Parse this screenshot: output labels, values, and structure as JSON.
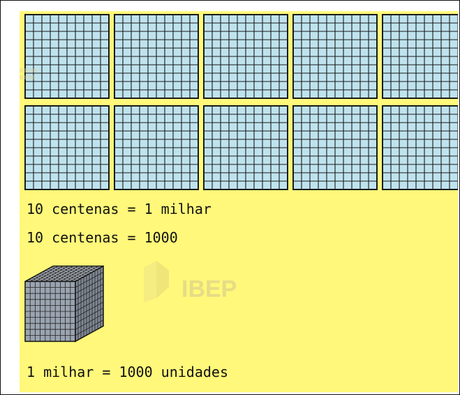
{
  "colors": {
    "panel_background": "#fff87a",
    "grid_fill": "#bfe3ee",
    "grid_line": "#1a1a1a"
  },
  "blocks": {
    "hundreds_flats_count": 10,
    "thousand_cube_count": 1
  },
  "labels": {
    "line1": "10 centenas = 1 milhar",
    "line2": "10 centenas = 1000",
    "line3": "1 milhar = 1000 unidades"
  },
  "watermark": {
    "text": "IBEP",
    "icon": "ibep-logo-icon"
  }
}
